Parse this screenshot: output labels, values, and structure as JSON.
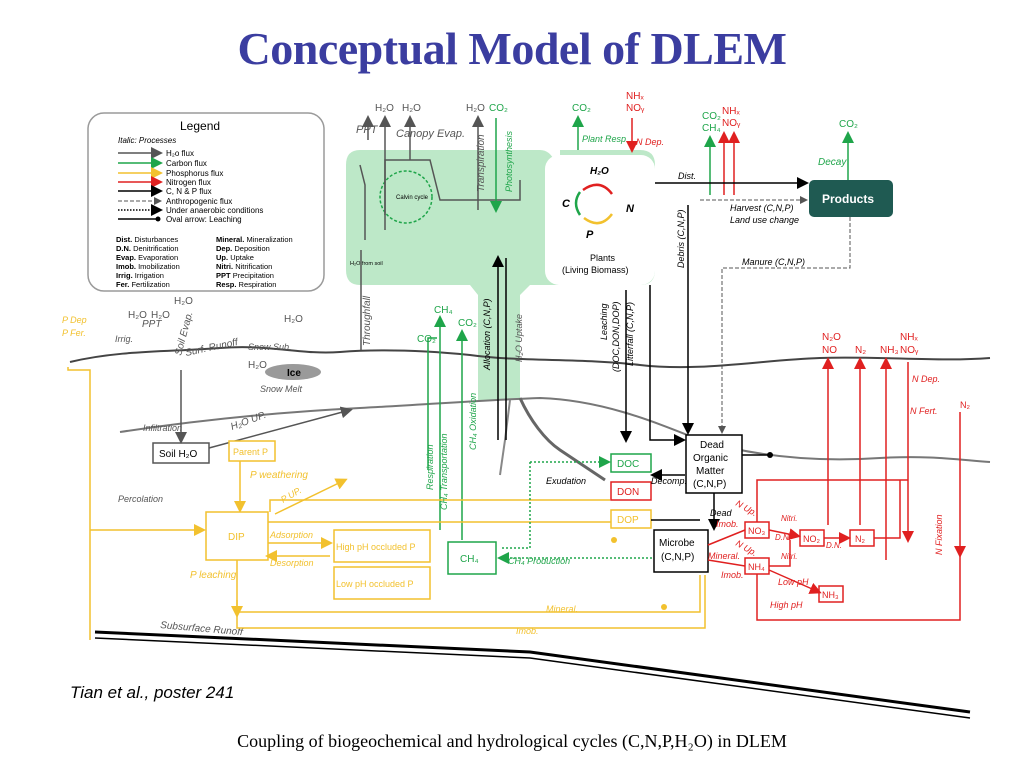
{
  "title": "Conceptual Model of DLEM",
  "citation": "Tian et al., poster 241",
  "caption": "Coupling of biogeochemical and hydrological cycles (C,N,P,H₂O) in DLEM",
  "colors": {
    "title": "#3b3da0",
    "water": "#555555",
    "carbon": "#1fa54a",
    "phosphorus": "#f2c12e",
    "nitrogen": "#e02020",
    "cnp": "#000000",
    "plant_canopy": "#bde8c8",
    "products_box": "#1f5a52"
  },
  "legend": {
    "title": "Legend",
    "italic_note": "Italic: Processes",
    "flux_items": [
      {
        "label": "H₂o flux",
        "color": "#555555"
      },
      {
        "label": "Carbon flux",
        "color": "#1fa54a"
      },
      {
        "label": "Phosphorus flux",
        "color": "#f2c12e"
      },
      {
        "label": "Nitrogen flux",
        "color": "#e02020"
      },
      {
        "label": "C, N & P flux",
        "color": "#000000"
      }
    ],
    "special_items": [
      "Anthropogenic flux",
      "Under anaerobic conditions",
      "Oval arrow: Leaching"
    ],
    "abbrev_left": [
      {
        "abbr": "Dist.",
        "text": "Disturbances"
      },
      {
        "abbr": "D.N.",
        "text": "Denitrification"
      },
      {
        "abbr": "Evap.",
        "text": "Evaporation"
      },
      {
        "abbr": "Imob.",
        "text": "Imobilization"
      },
      {
        "abbr": "Irrig.",
        "text": "Irrigation"
      },
      {
        "abbr": "Fer.",
        "text": "Fertilization"
      }
    ],
    "abbrev_right": [
      {
        "abbr": "Mineral.",
        "text": "Mineralization"
      },
      {
        "abbr": "Dep.",
        "text": "Deposition"
      },
      {
        "abbr": "Up.",
        "text": "Uptake"
      },
      {
        "abbr": "Nitri.",
        "text": "Nitrification"
      },
      {
        "abbr": "PPT",
        "text": "Precipitation"
      },
      {
        "abbr": "Resp.",
        "text": "Respiration"
      }
    ]
  },
  "canopy": {
    "calvin_label": "Calvin cycle",
    "h2o_from_soil": "H₂O from soil",
    "plants_line1": "Plants",
    "plants_line2": "(Living Biomass)",
    "h2o_center": "H₂O",
    "cycle_c": "C",
    "cycle_n": "N",
    "cycle_p": "P"
  },
  "top_labels": {
    "h2o_1": "H₂O",
    "h2o_2": "H₂O",
    "h2o_3": "H₂O",
    "co2_1": "CO₂",
    "co2_2": "CO₂",
    "nh_x_1": "NHₓ",
    "no_y_1": "NOᵧ",
    "co2_3": "CO₂",
    "ch4_top": "CH₄",
    "nh_x_2": "NHₓ",
    "no_y_2": "NOᵧ",
    "co2_4": "CO₂",
    "ppt": "PPT",
    "canopy_evap": "Canopy Evap.",
    "transpiration": "Transpiration",
    "photosynthesis": "Photosynthesis",
    "plant_resp": "Plant Resp.",
    "n_dep": "N Dep.",
    "decay": "Decay"
  },
  "products": {
    "label": "Products",
    "dist": "Dist.",
    "harvest": "Harvest (C,N,P)",
    "land_use": "Land use change",
    "manure": "Manure (C,N,P)"
  },
  "surface": {
    "p_dep": "P Dep",
    "p_fer": "P Fer.",
    "irrig": "Irrig.",
    "ppt_left": "PPT",
    "h2o_left_top": "H₂O",
    "h2o_left_a": "H₂O",
    "h2o_left_b": "H₂O",
    "soil_evap": "Soil Evap.",
    "surf_runoff": "Surf. Runoff",
    "h2o_mid": "H₂O",
    "snow_sub": "Snow Sub.",
    "h2o_snow": "H₂O",
    "ice": "Ice",
    "snow_melt": "Snow Melt",
    "throughfall": "Throughfall",
    "ch4_mid": "CH₄",
    "co2_mid1": "CO₂",
    "co2_mid2": "CO₂",
    "allocation": "Allocation (C,N,P)",
    "h2o_uptake": "H₂O Uptake",
    "leaching": "Leaching",
    "leaching_sub": "(DOC,DON,DOP)",
    "litterfall": "Litterfall (C,N,P)",
    "debris": "Debris (C,N,P)",
    "n2o": "N₂O",
    "no": "NO",
    "n2_a": "N₂",
    "nh3": "NH₃",
    "nh_x_r": "NHₓ",
    "no_y_r": "NOᵧ",
    "n_dep_r": "N Dep.",
    "n_fert": "N Fert.",
    "n2_r": "N₂"
  },
  "soil": {
    "infiltration": "Infiltration",
    "h2o_up": "H₂O UP.",
    "soil_h2o": "Soil H₂O",
    "percolation": "Percolation",
    "subsurface_runoff": "Subsurface Runoff",
    "parent_p": "Parent P",
    "p_weathering": "P weathering",
    "p_up": "P UP.",
    "dip": "DIP",
    "adsorption": "Adsorption",
    "desorption": "Desorption",
    "p_leaching": "P leaching",
    "high_ph_p": "High pH occluded P",
    "low_ph_p": "Low pH occluded P",
    "respiration": "Respiration",
    "ch4_transport": "CH₄ Transportation",
    "ch4_oxidation": "CH₄ Oxidation",
    "ch4_box": "CH₄",
    "ch4_production": "CH₄ Production",
    "mineral": "Mineral.",
    "imob": "Imob.",
    "exudation": "Exudation",
    "decomp": "Decomp.",
    "doc": "DOC",
    "don": "DON",
    "dop": "DOP",
    "dom_line1": "Dead",
    "dom_line2": "Organic",
    "dom_line3": "Matter",
    "dom_line4": "(C,N,P)",
    "microbe_line1": "Microbe",
    "microbe_line2": "(C,N,P)",
    "dead": "Dead",
    "imob_r": "Imob.",
    "n_up": "N Up.",
    "n_up2": "N Up.",
    "mineral_r": "Mineral.",
    "imob_r2": "Imob.",
    "nitri1": "Nitri.",
    "nitri2": "Nitri.",
    "dn1": "D.N.",
    "dn2": "D.N.",
    "no3": "NO₃",
    "no2": "NO₂",
    "n2_box": "N₂",
    "nh4": "NH₄",
    "nh3_box": "NH₃",
    "low_ph": "Low pH",
    "high_ph": "High pH",
    "n_fixation": "N Fixation"
  }
}
